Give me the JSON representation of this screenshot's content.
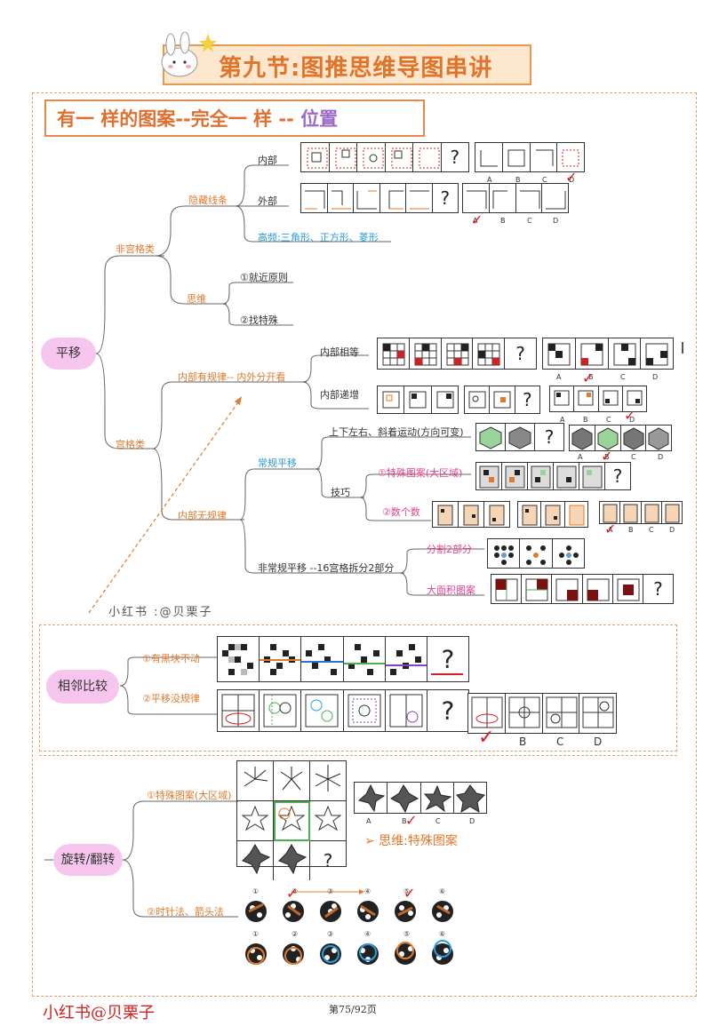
{
  "header": {
    "title": "第九节:图推思维导图串讲"
  },
  "section": {
    "title_main": "有一 样的图案--完全一 样 --",
    "title_sub": "位置"
  },
  "nodes": {
    "pingyi": "平移",
    "fei_gongge": "非宫格类",
    "yincang": "隐藏线条",
    "neibu": "内部",
    "waibu": "外部",
    "gaopin": "高频:三角形、正方形、菱形",
    "siwei": "思维",
    "jiujin": "①就近原则",
    "zhaoteshu": "②找特殊",
    "gongge": "宫格类",
    "neibu_guilv": "内部有规律-- 内外分开看",
    "neibu_xiangdeng": "内部相等",
    "neibu_dizeng": "内部递增",
    "neibu_wuguilv": "内部无规律",
    "changgui": "常规平移",
    "shangxia": "上下左右、斜着运动(方向可变)",
    "jiqiao": "技巧",
    "teshu_tuan": "①特殊图案(大区域)",
    "shu_geshu": "②数个数",
    "feichanggui": "非常规平移 --16宫格拆分2部分",
    "fenge": "分割2部分",
    "damianji": "大面积图案",
    "xianglin": "相邻比较",
    "heikuai": "①有黑块不动",
    "pingyi_mei": "②平移没规律",
    "xuanzhuan": "旋转/翻转",
    "teshu_tuan2": "①特殊图案(大区域)",
    "shizhen": "②时针法、箭头法"
  },
  "options": {
    "a": "A",
    "b": "B",
    "c": "C",
    "d": "D"
  },
  "question_mark": "?",
  "note": "➢ 思维:特殊图案",
  "watermark": "小红书 :@贝栗子",
  "footer": {
    "brand": "小红书@贝栗子",
    "page": "第75/92页"
  },
  "circled": [
    "①",
    "②",
    "③",
    "④",
    "⑤",
    "⑥"
  ]
}
